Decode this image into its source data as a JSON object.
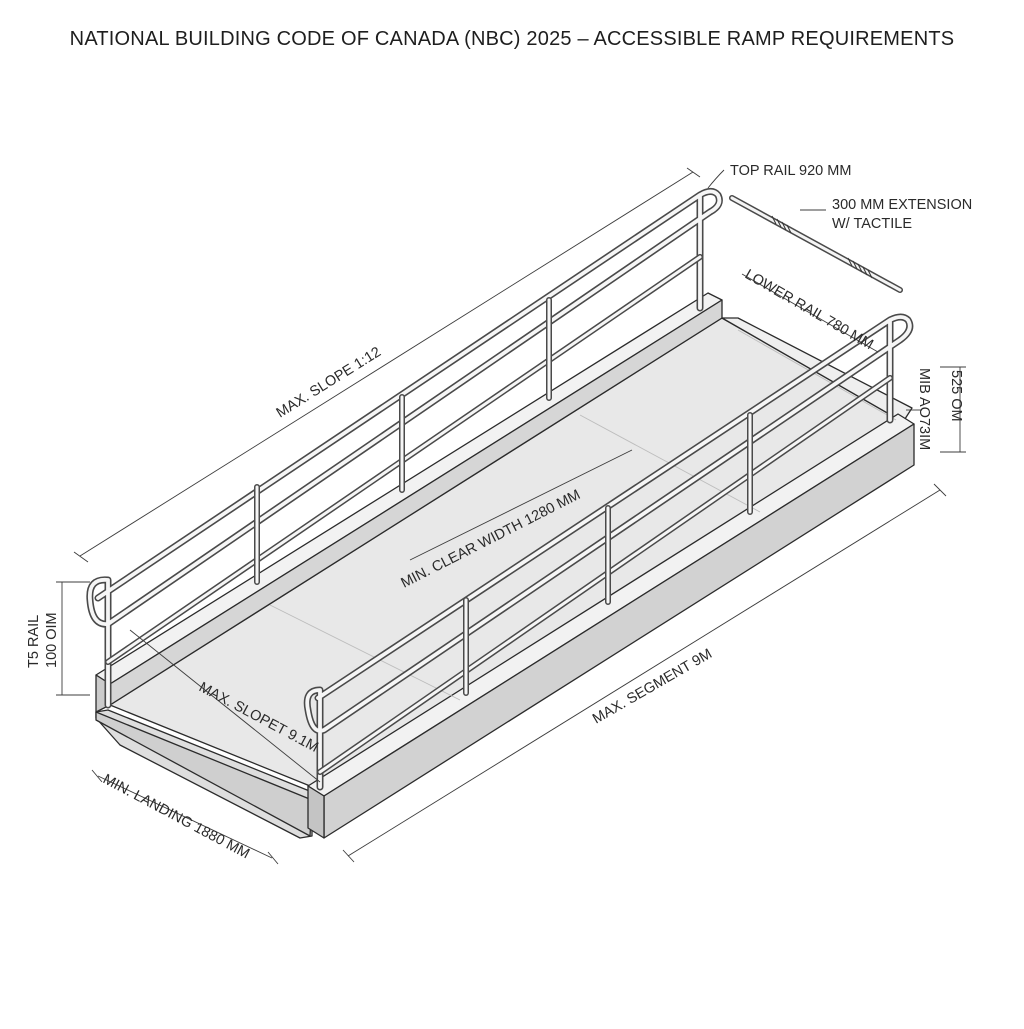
{
  "title": "NATIONAL BUILDING CODE OF CANADA (NBC) 2025 – ACCESSIBLE RAMP REQUIREMENTS",
  "labels": {
    "top_rail": "TOP RAIL 920 MM",
    "extension_line1": "300 MM EXTENSION",
    "extension_line2": "W/ TACTILE",
    "lower_rail": "LOWER RAIL 780 MM",
    "right_dim_a": "525 OM",
    "right_dim_b": "MIB AO73IM",
    "max_slope_top": "MAX. SLOPE 1:12",
    "min_clear_width": "MIN. CLEAR WIDTH 1280 MM",
    "left_dim_line1": "T5 RAIL",
    "left_dim_line2": "100 OIM",
    "max_slope_bottom": "MAX. SLOPET 9.1M",
    "max_segment": "MAX. SEGMENT 9M",
    "min_landing": "MIN. LANDING 1880 MM"
  },
  "colors": {
    "line": "#2b2b2b",
    "rail_outline": "#4a4a4a",
    "rail_fill": "#f4f4f4",
    "deck": "#e7e7e7",
    "curb_top": "#f2f2f2",
    "curb_side": "#d9d9d9",
    "curb_front": "#cdcdcd"
  }
}
